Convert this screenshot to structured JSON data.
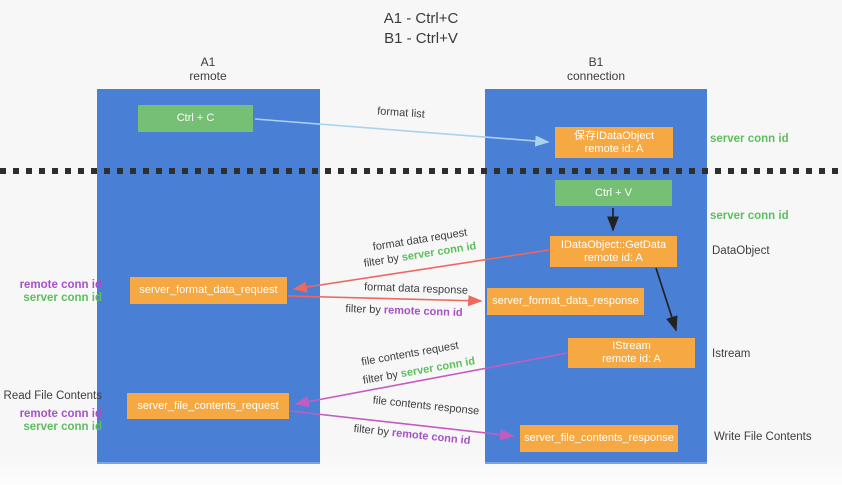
{
  "title": {
    "line1": "A1 - Ctrl+C",
    "line2": "B1 - Ctrl+V"
  },
  "lifelines": {
    "left": {
      "name": "A1",
      "role": "remote"
    },
    "right": {
      "name": "B1",
      "role": "connection"
    }
  },
  "boxes": {
    "ctrl_c": {
      "label": "Ctrl + C"
    },
    "ctrl_v": {
      "label": "Ctrl + V"
    },
    "save_idataobject": {
      "line1": "保存IDataObject",
      "line2": "remote id: A"
    },
    "getdata": {
      "line1": "IDataObject::GetData",
      "line2": "remote id: A"
    },
    "istream": {
      "line1": "IStream",
      "line2": "remote id: A"
    },
    "format_request": {
      "label": "server_format_data_request"
    },
    "format_response": {
      "label": "server_format_data_response"
    },
    "file_request": {
      "label": "server_file_contents_request"
    },
    "file_response": {
      "label": "server_file_contents_response"
    }
  },
  "arrow_labels": {
    "format_list": "format list",
    "format_data_request": "format data request",
    "format_data_response": "format data response",
    "file_contents_request": "file contents request",
    "file_contents_response": "file contents response",
    "filter_by": "filter by",
    "server_conn_id": "server conn id",
    "remote_conn_id": "remote conn id"
  },
  "annotations": {
    "server_conn_id_top": "server conn id",
    "server_conn_id_mid": "server conn id",
    "dataobject": "DataObject",
    "istream": "Istream",
    "write_file_contents": "Write File Contents",
    "read_file_contents": "Read File Contents",
    "remote_conn_id": "remote conn id",
    "server_conn_id": "server conn id"
  },
  "colors": {
    "lifeline_blue": "#4a7fd6",
    "box_green": "#75c075",
    "box_orange": "#f6a843",
    "arrow_red": "#ed685e",
    "arrow_purple": "#c45cc0",
    "arrow_light_blue": "#a9d2ee",
    "arrow_black": "#222222",
    "text_green": "#5cbf5c",
    "text_purple": "#a651c6"
  }
}
